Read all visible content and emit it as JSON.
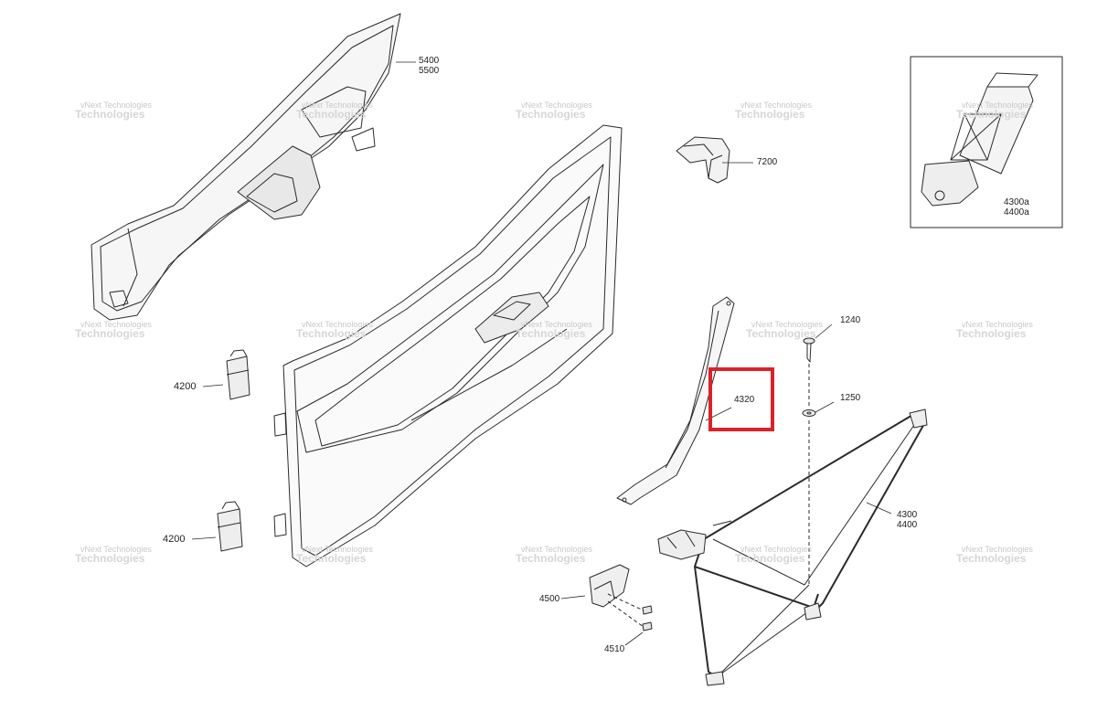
{
  "callouts": {
    "c5400": "5400",
    "c5500": "5500",
    "c7200": "7200",
    "c4300a": "4300a",
    "c4400a": "4400a",
    "c1240": "1240",
    "c1250": "1250",
    "c4320": "4320",
    "c4200a": "4200",
    "c4200b": "4200",
    "c4300": "4300",
    "c4400": "4400",
    "c4500": "4500",
    "c4510": "4510"
  },
  "watermark": {
    "line1": "vNext Technologies",
    "line2": "Technologies"
  },
  "highlight_color": "#d9232a"
}
